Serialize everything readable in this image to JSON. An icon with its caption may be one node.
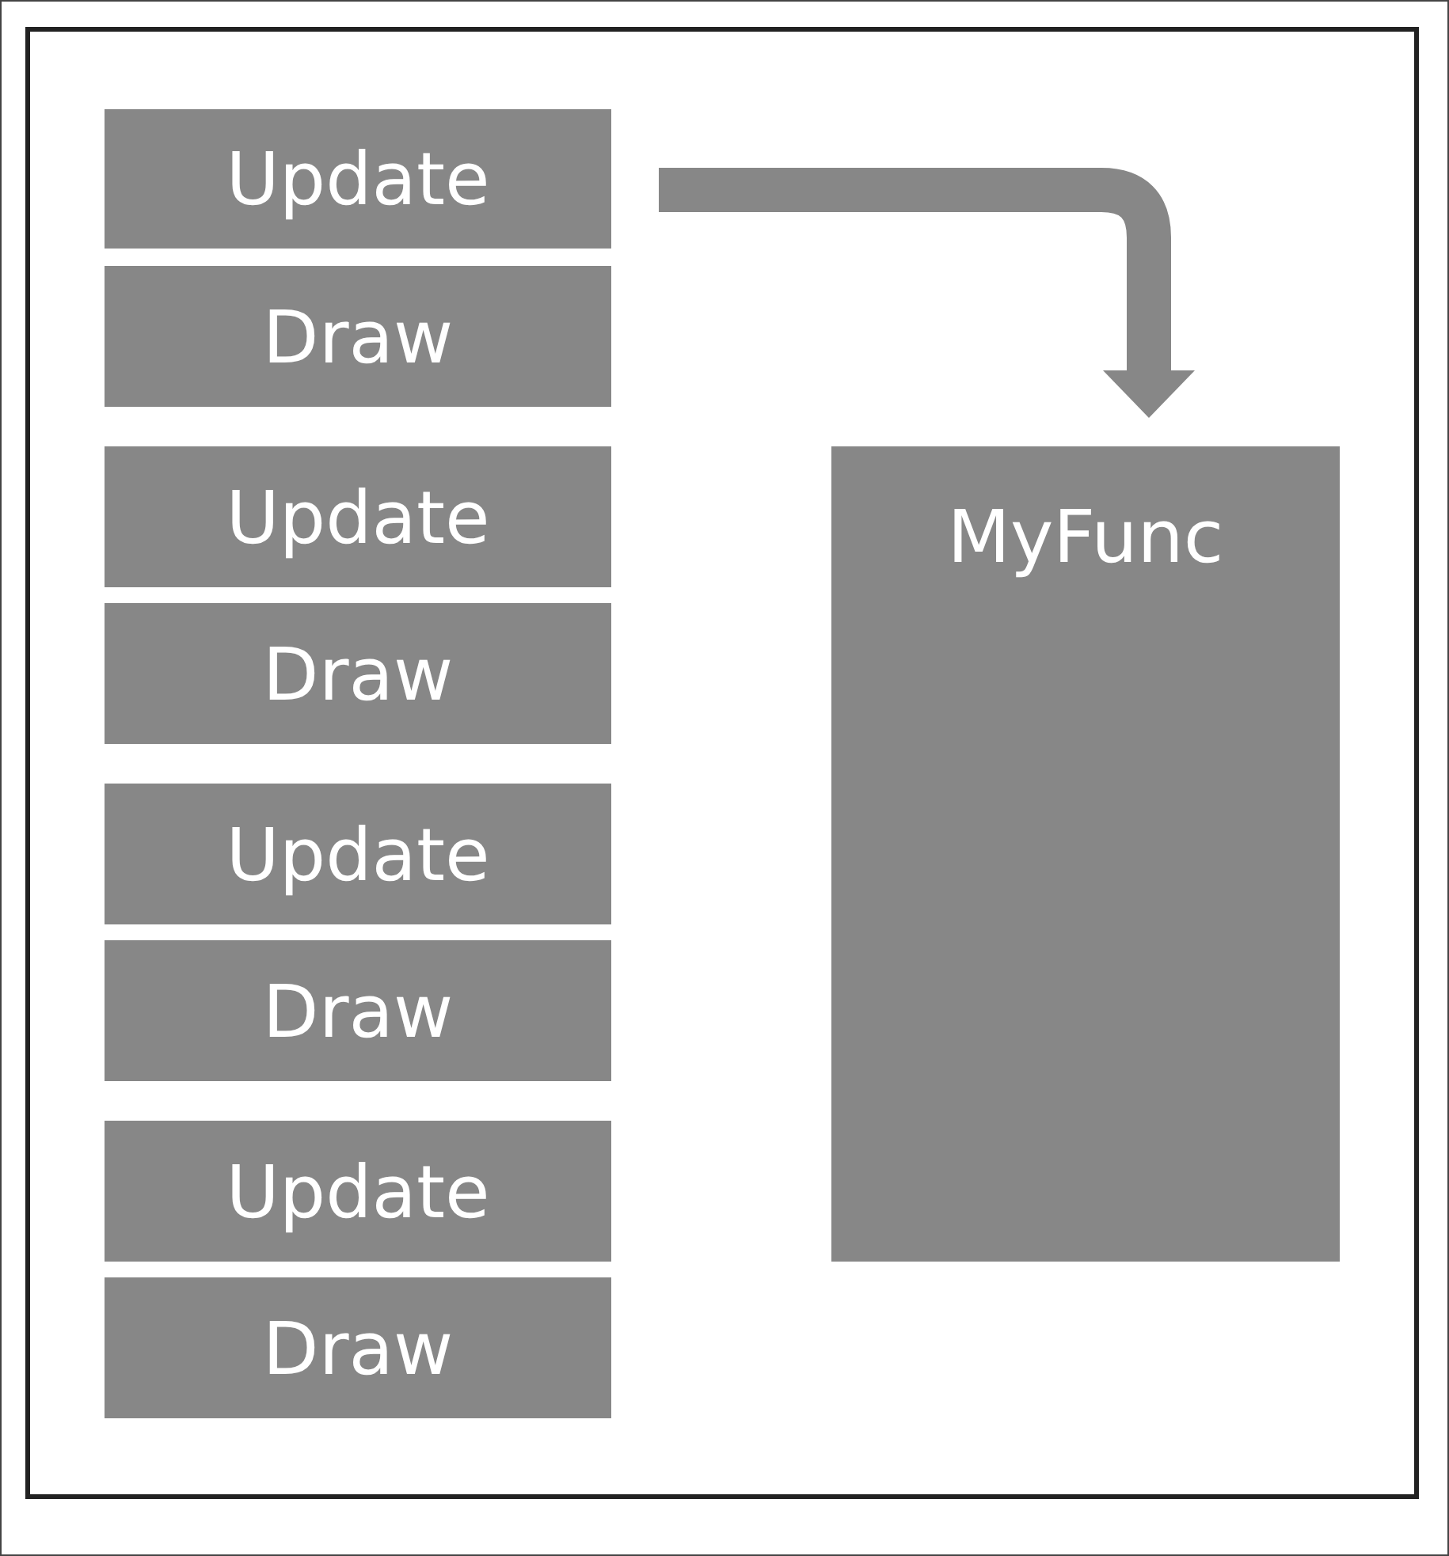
{
  "diagram": {
    "nodes": [
      {
        "text": [
          "Update"
        ]
      },
      {
        "text": [
          "Draw"
        ]
      },
      {
        "text": [
          "Update"
        ]
      },
      {
        "text": [
          "Draw"
        ]
      },
      {
        "text": [
          "Update"
        ]
      },
      {
        "text": [
          "Draw"
        ]
      },
      {
        "text": [
          "Update"
        ]
      },
      {
        "text": [
          "Draw"
        ]
      },
      {
        "text": [
          "MyFunc"
        ]
      }
    ],
    "edges": [
      {
        "from": 0,
        "to": 8,
        "arrow": "to"
      }
    ]
  }
}
